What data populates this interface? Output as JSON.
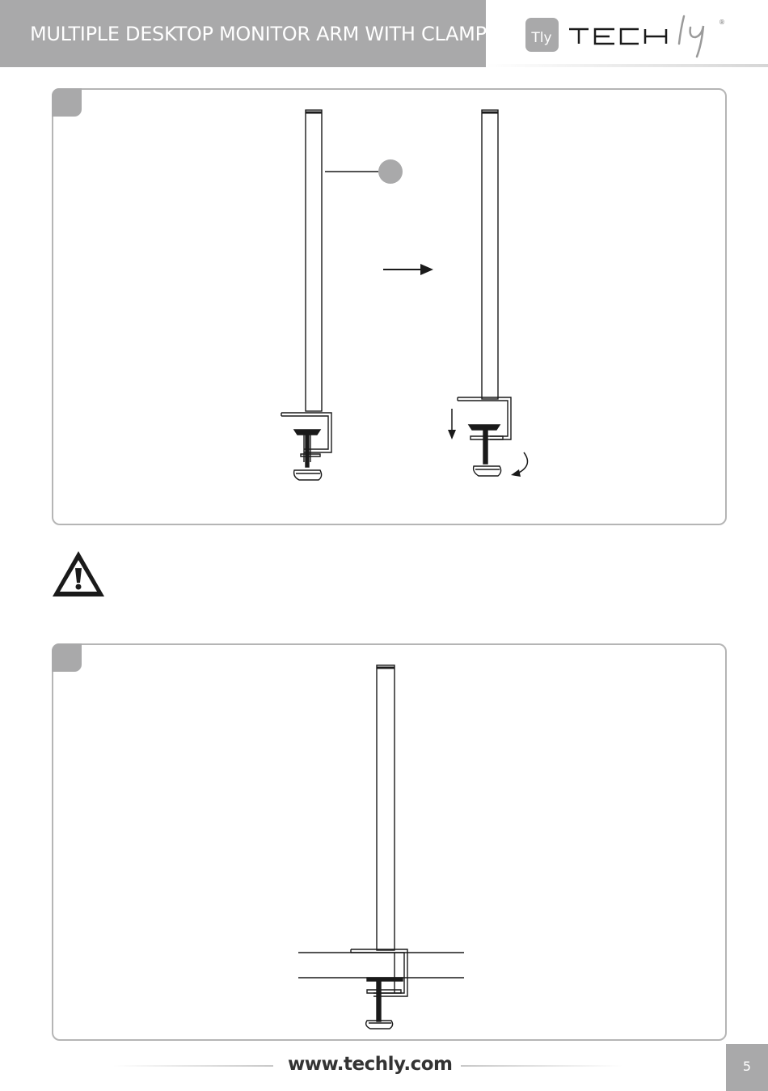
{
  "header": {
    "title": "MULTIPLE DESKTOP MONITOR ARM WITH CLAMP",
    "brand": "TECHly",
    "brand_mark": "Tly",
    "registered": "®"
  },
  "footer": {
    "url": "www.techly.com",
    "page_number": "5"
  },
  "colors": {
    "band": "#a9a9aa",
    "line": "#1a1a1a",
    "panel_border": "#b5b5b5"
  },
  "icons": [
    "warning-icon",
    "arrow-right-icon",
    "arrow-down-icon",
    "rotate-arrow-icon"
  ]
}
